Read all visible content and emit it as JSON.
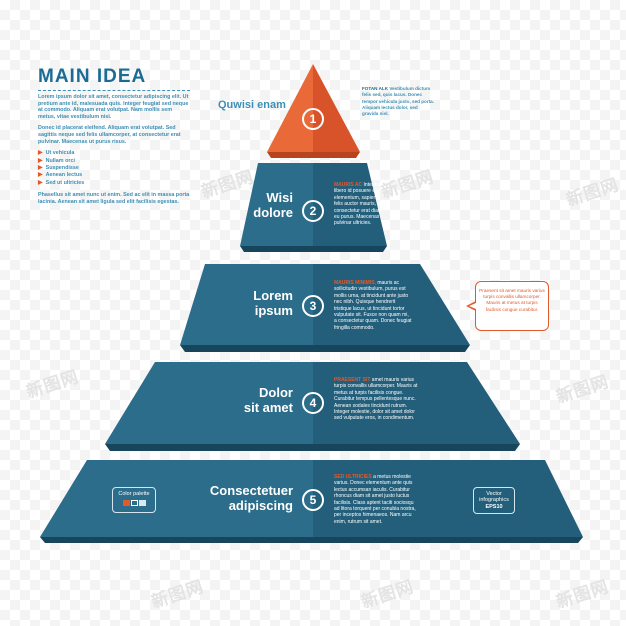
{
  "watermark": "新图网",
  "colors": {
    "dark_teal": "#1f5d79",
    "teal_left": "#2b6d8a",
    "teal_right": "#235f7b",
    "orange": "#e35a2a",
    "text_blue": "#3d8fb5"
  },
  "intro": {
    "title": "MAIN IDEA",
    "para1": "Lorem ipsum dolor sit amet, consectetur adipiscing elit. Ut pretium ante id, malesuada quis. Integer feugiat sed neque at commodo. Aliquam erat volutpat. Nam mollis sem metus, vitae vestibulum nisi.",
    "para2": "Donec id placerat eleifend. Aliquam erat volutpat. Sed sagittis neque sed felis ullamcorper, at consectetur erat pulvinar. Maecenas ut purus risus.",
    "bullets": [
      "Ut vehicula",
      "Nullam orci",
      "Suspendisse",
      "Aenean lectus",
      "Sed ut ultricies"
    ],
    "para3": "Phasellus sit amet nunc ut enim. Sed ac elit in massa porta lacinia. Aenean sit amet ligula sed elit facilisis egestas."
  },
  "levels": [
    {
      "number": "1",
      "label": "Quwisi\nenam",
      "highlight": "FOTAN ALK",
      "desc": "Vestibulum dictum felis sed, quis lacus. Donec tempor vehicula justo, sed porta. Aliquam lectus dolor, sed gravida nisl."
    },
    {
      "number": "2",
      "label": "Wisi\ndolore",
      "highlight": "MAURIS AC",
      "desc": "Interdum, libero id posuere elit elementum, sapien felis auctor mauris, vel consectetur erat diam eu purus. Maecenas pulvinar ultricies."
    },
    {
      "number": "3",
      "label": "Lorem\nipsum",
      "highlight": "MAURIS MINIMIS,",
      "desc": "mauris ac sollicitudin vestibulum, purus est mollis urna, at tincidunt ante justo nec nibh. Quisque hendrerit tristique lacus, ut tincidunt tortor vulputate sit. Fusce non quam mi, a consectetur quam. Donec feugiat fringilla commodo."
    },
    {
      "number": "4",
      "label": "Dolor\nsit amet",
      "highlight": "PRAESENT SIT",
      "desc": "amet mauris varius turpis convallis ullamcorper. Mauris at metus at turpis facilisis congue. Curabitur tempus pellentesque nunc. Aenean sodales tincidunt rutrum. Integer molestie, dolor sit amet dolor sed vulputate eros, in condimentum."
    },
    {
      "number": "5",
      "label": "Consectetuer\nadipiscing",
      "highlight": "SED ULTRICIES",
      "desc": "a metus molestie varius. Donec elementum ante quis lectus accumsan iaculis. Curabitur rhoncus diam sit amet justo luctus facilisis. Class aptent taciti sociosqu ad litora torquent per conubia nostra, per inceptos himenaeos. Nam arcu enim, rutrum sit amet."
    }
  ],
  "callout": "Praesent sit amet mauris varius turpis convallis ullamcorper. Mauris at metus at turpis facilisis congue curabitur.",
  "palette": {
    "title": "Color palette",
    "swatches": [
      "#e35a2a",
      "#2b6d8a",
      "#d9e9f1"
    ]
  },
  "vector": {
    "line1": "Vector",
    "line2": "infographics",
    "line3": "EPS10"
  }
}
